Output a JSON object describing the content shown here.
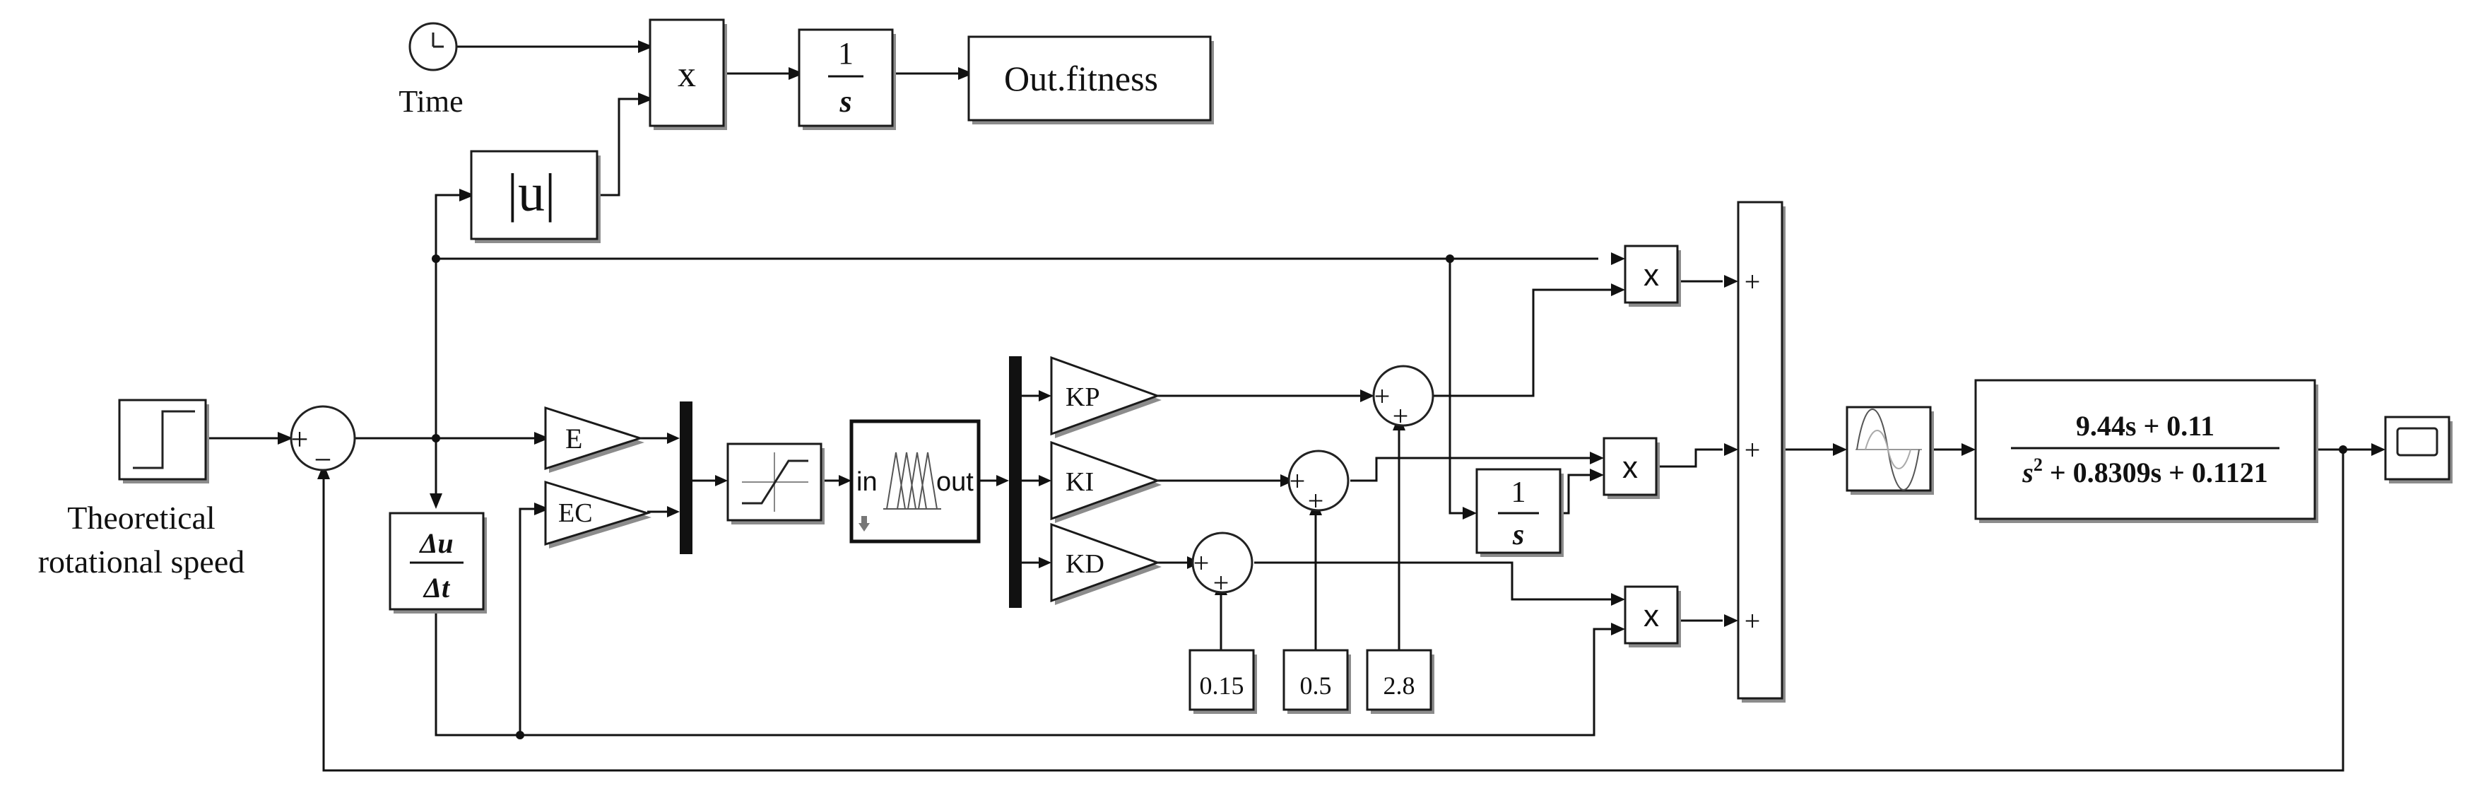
{
  "labels": {
    "time": "Time",
    "step_line1": "Theoretical",
    "step_line2": "rotational speed"
  },
  "blocks": {
    "product_top": "x",
    "integrator_num": "1",
    "integrator_den": "s",
    "out_fitness": "Out.fitness",
    "abs": "|u|",
    "sum_sign_plus": "+",
    "sum_sign_minus": "−",
    "gain_e": "E",
    "gain_ec": "EC",
    "derivative_num": "Δu",
    "derivative_den": "Δt",
    "fuzzy_in": "in",
    "fuzzy_out": "out",
    "gain_kp": "KP",
    "gain_ki": "KI",
    "gain_kd": "KD",
    "const_kd": "0.15",
    "const_ki": "0.5",
    "const_kp": "2.8",
    "integrator2_num": "1",
    "integrator2_den": "s",
    "product_1": "x",
    "product_2": "x",
    "product_3": "x",
    "tf_num": "9.44s + 0.11",
    "tf_den_s": "s",
    "tf_den_exp": "2",
    "tf_den_rest": " + 0.8309s + 0.1121"
  },
  "icons": {
    "clock": "clock-icon",
    "step": "step-icon",
    "saturation": "saturation-icon",
    "fuzzy": "fuzzy-membership-icon",
    "filter": "sine-filter-icon",
    "scope": "scope-icon"
  }
}
